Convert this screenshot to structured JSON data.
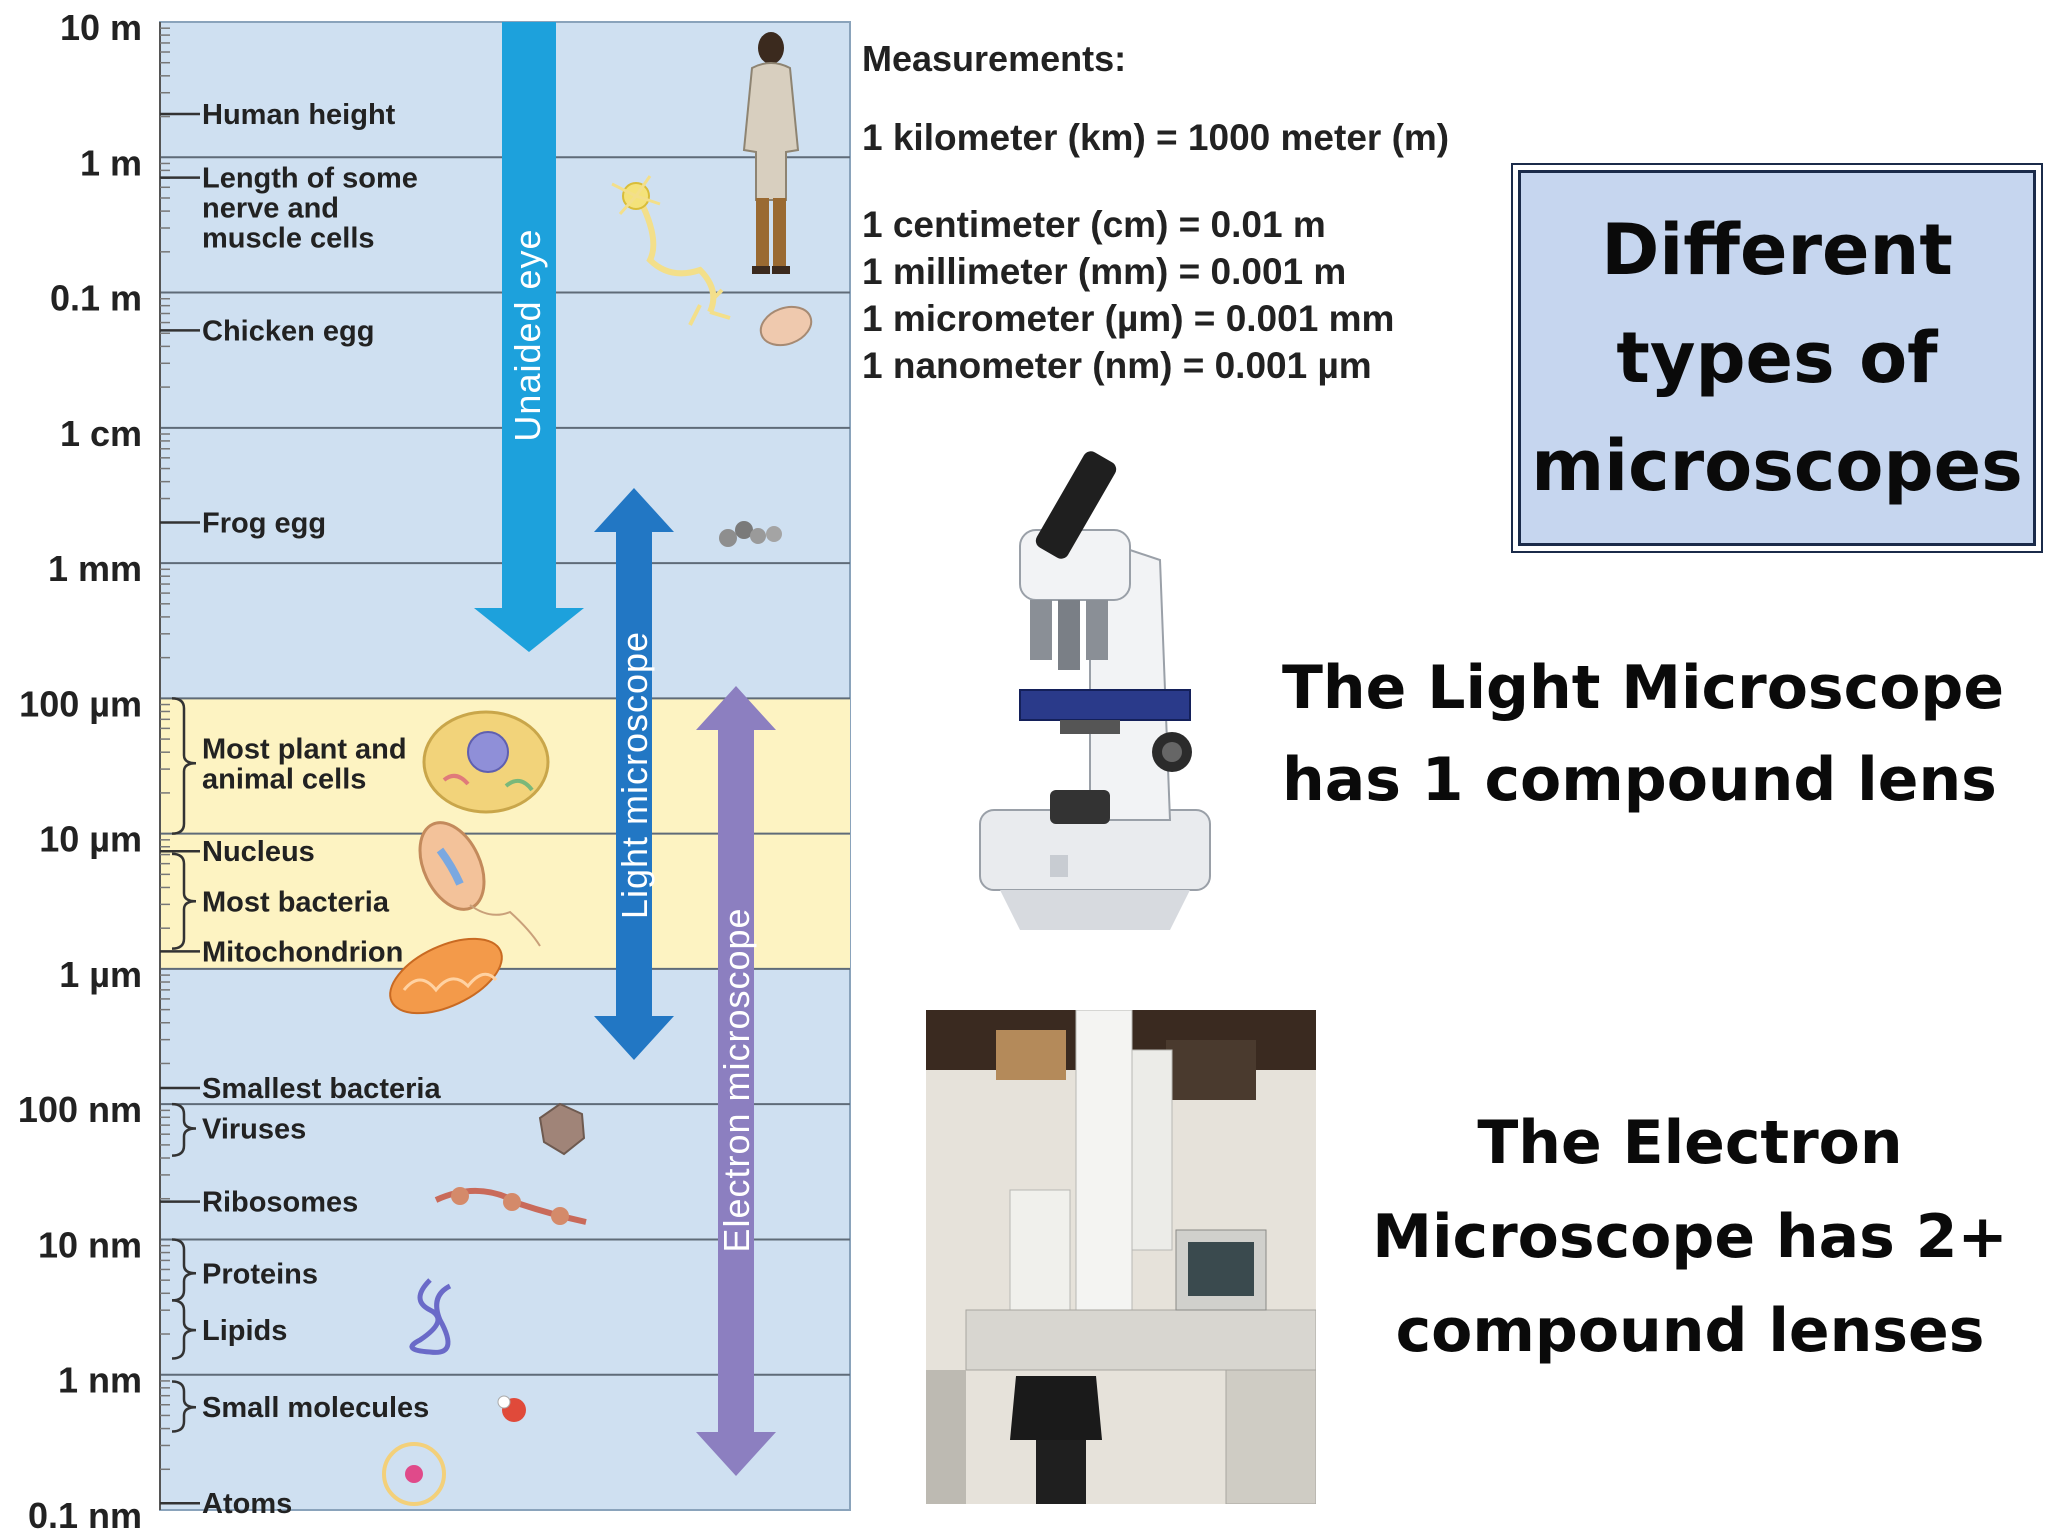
{
  "scale": {
    "axis_labels": [
      "10 m",
      "1 m",
      "0.1 m",
      "1 cm",
      "1 mm",
      "100 µm",
      "10 µm",
      "1 µm",
      "100 nm",
      "10 nm",
      "1 nm",
      "0.1 nm"
    ],
    "items": [
      {
        "text": "Human height",
        "lines": [
          "Human height"
        ]
      },
      {
        "text": "Length of some nerve and muscle cells",
        "lines": [
          "Length of some",
          "nerve and",
          "muscle cells"
        ]
      },
      {
        "text": "Chicken egg",
        "lines": [
          "Chicken egg"
        ]
      },
      {
        "text": "Frog egg",
        "lines": [
          "Frog egg"
        ]
      },
      {
        "text": "Most plant and animal cells",
        "lines": [
          "Most plant and",
          "animal cells"
        ]
      },
      {
        "text": "Nucleus",
        "lines": [
          "Nucleus"
        ]
      },
      {
        "text": "Most bacteria",
        "lines": [
          "Most bacteria"
        ]
      },
      {
        "text": "Mitochondrion",
        "lines": [
          "Mitochondrion"
        ]
      },
      {
        "text": "Smallest bacteria",
        "lines": [
          "Smallest bacteria"
        ]
      },
      {
        "text": "Viruses",
        "lines": [
          "Viruses"
        ]
      },
      {
        "text": "Ribosomes",
        "lines": [
          "Ribosomes"
        ]
      },
      {
        "text": "Proteins",
        "lines": [
          "Proteins"
        ]
      },
      {
        "text": "Lipids",
        "lines": [
          "Lipids"
        ]
      },
      {
        "text": "Small molecules",
        "lines": [
          "Small molecules"
        ]
      },
      {
        "text": "Atoms",
        "lines": [
          "Atoms"
        ]
      }
    ],
    "ranges": {
      "unaided_eye": "Unaided eye",
      "light_microscope": "Light microscope",
      "electron_microscope": "Electron microscope"
    }
  },
  "measurements": {
    "title": "Measurements:",
    "km": "1 kilometer (km) = 1000 meter (m)",
    "cm": "1 centimeter (cm) = 0.01 m",
    "mm": "1 millimeter (mm) = 0.001 m",
    "um": "1 micrometer (µm) = 0.001 mm",
    "nm": "1 nanometer (nm) = 0.001 µm"
  },
  "title_box": {
    "lines": [
      "Different",
      "types of",
      "microscopes"
    ]
  },
  "light_caption": {
    "lines": [
      "The Light Microscope",
      "has 1 compound lens"
    ]
  },
  "electron_caption": {
    "lines": [
      "The Electron",
      "Microscope has 2+",
      "compound lenses"
    ]
  },
  "colors": {
    "panel_blue": "#cfe0f1",
    "panel_yellow": "#fdf3c2",
    "unaided_arrow": "#1da1dc",
    "light_arrow": "#2277c4",
    "electron_arrow": "#8c7fc0",
    "title_box_fill": "#c6d6ef"
  }
}
